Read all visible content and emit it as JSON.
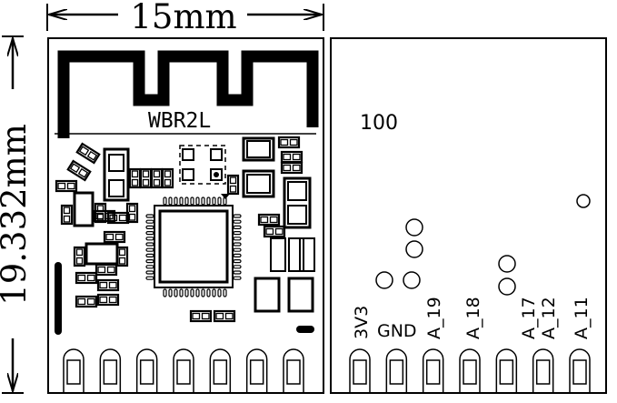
{
  "dimensions": {
    "width": "15mm",
    "height": "19.332mm"
  },
  "module": {
    "name": "WBR2L"
  },
  "back": {
    "code": "100",
    "pins": [
      "3V3",
      "GND",
      "A_19",
      "A_18",
      "A_17",
      "A_12",
      "A_11"
    ]
  },
  "colors": {
    "ink": "#000000",
    "paper": "#ffffff"
  }
}
